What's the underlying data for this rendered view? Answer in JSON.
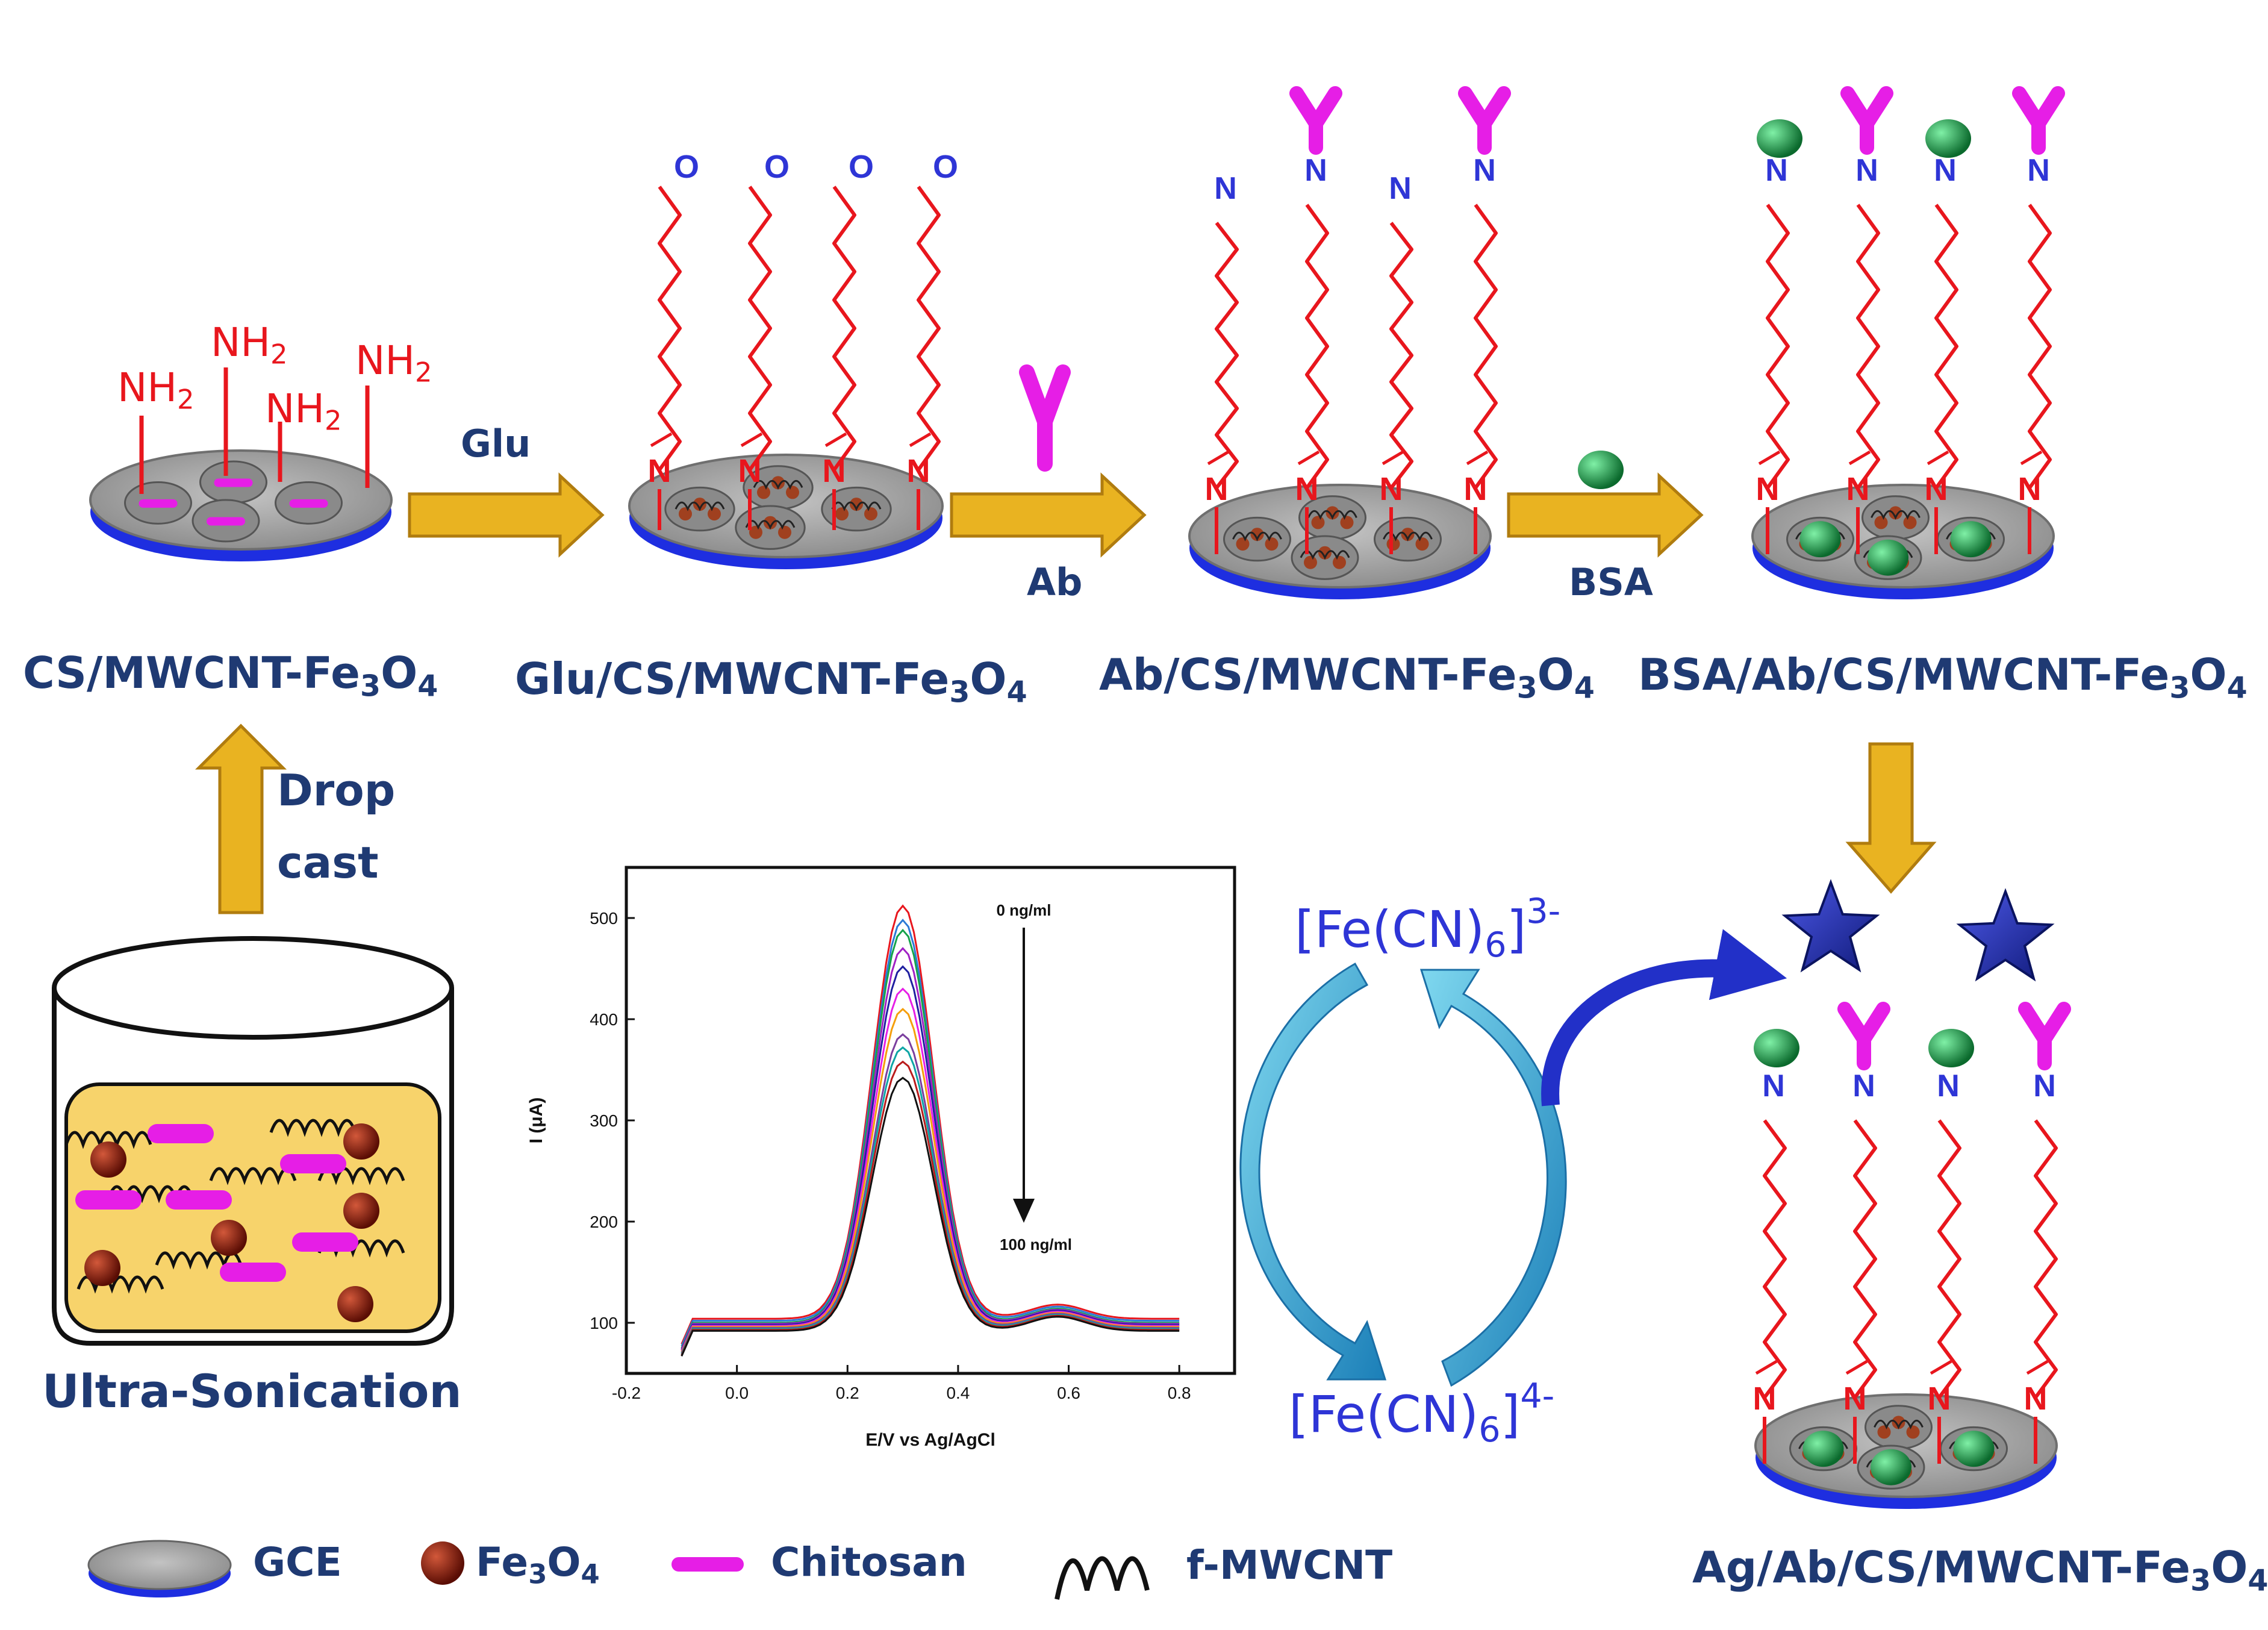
{
  "stages": {
    "s1": {
      "pre": "CS/MWCNT-Fe",
      "sub1": "3",
      "mid": "O",
      "sub2": "4"
    },
    "s2": {
      "pre": "Glu/CS/MWCNT-Fe",
      "sub1": "3",
      "mid": "O",
      "sub2": "4"
    },
    "s3": {
      "pre": "Ab/CS/MWCNT-Fe",
      "sub1": "3",
      "mid": "O",
      "sub2": "4"
    },
    "s4": {
      "pre": "BSA/Ab/CS/MWCNT-Fe",
      "sub1": "3",
      "mid": "O",
      "sub2": "4"
    },
    "s5": {
      "pre": "Ag/Ab/CS/MWCNT-Fe",
      "sub1": "3",
      "mid": "O",
      "sub2": "4"
    }
  },
  "steps": {
    "glu": "Glu",
    "ab": "Ab",
    "bsa": "BSA",
    "drop1": "Drop",
    "drop2": "cast",
    "sonication": "Ultra-Sonication"
  },
  "chem": {
    "nh2_base": "NH",
    "nh2_sub": "2",
    "n": "N",
    "o": "O"
  },
  "redox": {
    "ferri": {
      "pre": "[Fe(CN)",
      "sub": "6",
      "close": "]",
      "sup": "3-"
    },
    "ferro": {
      "pre": "[Fe(CN)",
      "sub": "6",
      "close": "]",
      "sup": "4-"
    }
  },
  "legend": {
    "gce": "GCE",
    "fe3o4": {
      "pre": "Fe",
      "sub1": "3",
      "mid": "O",
      "sub2": "4"
    },
    "chitosan": "Chitosan",
    "mwcnt": "f-MWCNT"
  },
  "colors": {
    "navy": "#1f3a73",
    "red": "#e8161d",
    "blue": "#2e35d6",
    "magenta": "#e61ee6",
    "gold": "#e9b321",
    "electrode_blue": "#1e2ee0",
    "grey": "#a9a9a9",
    "bsa_green": "#1e9a4a",
    "fe_brown": "#8b1a0a"
  },
  "chart_data": {
    "type": "line",
    "xlabel": "E/V vs Ag/AgCl",
    "ylabel": "I (μA)",
    "xlim": [
      -0.2,
      0.9
    ],
    "ylim": [
      50,
      550
    ],
    "x_ticks": [
      "-0.2",
      "0.0",
      "0.2",
      "0.4",
      "0.6",
      "0.8"
    ],
    "x_tick_values": [
      -0.2,
      0.0,
      0.2,
      0.4,
      0.6,
      0.8
    ],
    "y_ticks": [
      "100",
      "200",
      "300",
      "400",
      "500"
    ],
    "y_tick_values": [
      100,
      200,
      300,
      400,
      500
    ],
    "annotation_top": "0 ng/ml",
    "annotation_bottom": "100 ng/ml",
    "peak_x": 0.3,
    "series": [
      {
        "color": "#e8161d",
        "peak": 512,
        "base": 104
      },
      {
        "color": "#2c7ad6",
        "peak": 498,
        "base": 102
      },
      {
        "color": "#16a34a",
        "peak": 488,
        "base": 100
      },
      {
        "color": "#a021c4",
        "peak": 470,
        "base": 99
      },
      {
        "color": "#1f1fa0",
        "peak": 452,
        "base": 98
      },
      {
        "color": "#e61ee6",
        "peak": 430,
        "base": 97
      },
      {
        "color": "#f59e0b",
        "peak": 410,
        "base": 96
      },
      {
        "color": "#7b3f9e",
        "peak": 385,
        "base": 95
      },
      {
        "color": "#0ea5a5",
        "peak": 372,
        "base": 94
      },
      {
        "color": "#b91c1c",
        "peak": 358,
        "base": 93
      },
      {
        "color": "#111111",
        "peak": 342,
        "base": 92
      }
    ]
  }
}
